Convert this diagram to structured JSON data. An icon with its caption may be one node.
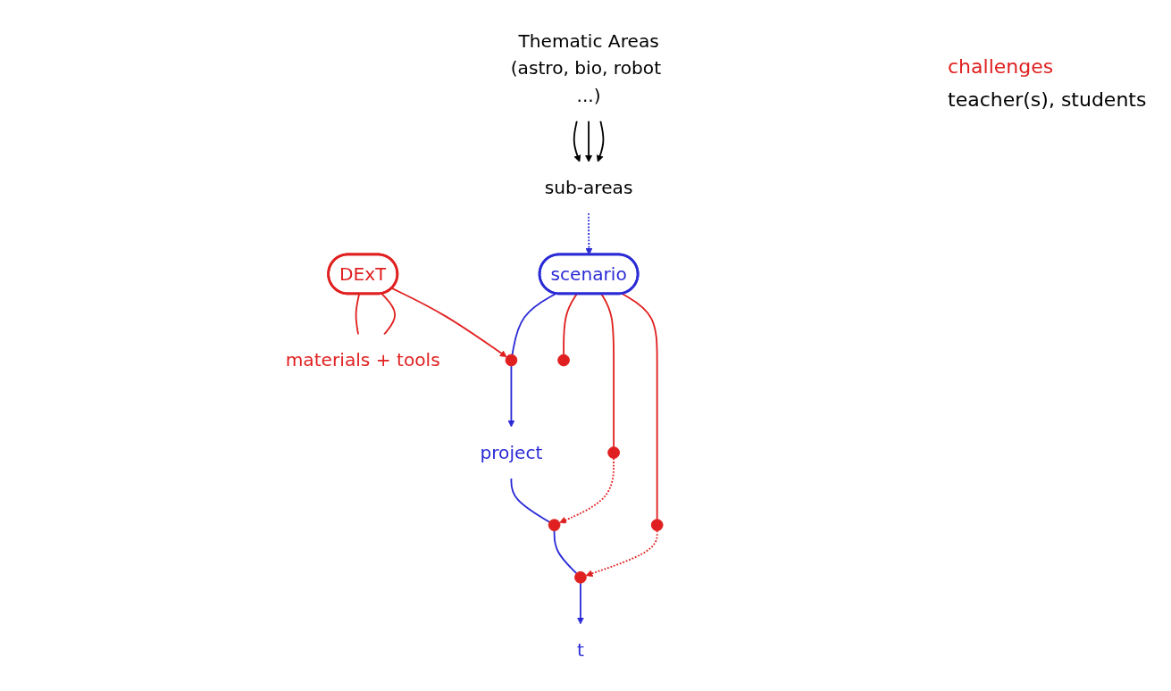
{
  "diagram": {
    "nodes": [
      {
        "text": [
          "Thematic Areas",
          "(astro, bio, robot ...)"
        ]
      },
      {
        "text": [
          "sub-areas"
        ]
      },
      {
        "text": [
          "DExT"
        ]
      },
      {
        "text": [
          "materials + tools"
        ]
      },
      {
        "text": [
          "scenario"
        ]
      },
      {
        "text": [],
        "shape": "circle"
      },
      {
        "text": [
          "project"
        ]
      },
      {
        "text": [],
        "shape": "circle"
      },
      {
        "text": [],
        "shape": "circle"
      },
      {
        "text": [],
        "shape": "circle"
      },
      {
        "text": [],
        "shape": "circle"
      },
      {
        "text": [],
        "shape": "circle"
      },
      {
        "text": [
          "t"
        ]
      }
    ],
    "edges": [
      {
        "from": 0,
        "to": 1,
        "arrow": "to",
        "color": "#000000"
      },
      {
        "from": 0,
        "to": 1,
        "arrow": "to",
        "color": "#000000"
      },
      {
        "from": 0,
        "to": 1,
        "arrow": "to",
        "color": "#000000"
      },
      {
        "from": 1,
        "to": 4,
        "arrow": "to",
        "style": "dashed",
        "color": "#2b2bd6"
      },
      {
        "from": 2,
        "to": 3,
        "arrow": "none",
        "color": "#e02020"
      },
      {
        "from": 2,
        "to": 3,
        "arrow": "none",
        "color": "#e02020"
      },
      {
        "from": 2,
        "to": 5,
        "arrow": "to",
        "color": "#e02020"
      },
      {
        "from": 4,
        "to": 5,
        "arrow": "none",
        "color": "#2b2bd6"
      },
      {
        "from": 5,
        "to": 6,
        "arrow": "to",
        "color": "#2b2bd6"
      },
      {
        "from": 4,
        "to": 7,
        "arrow": "none",
        "color": "#e02020"
      },
      {
        "from": 4,
        "to": 8,
        "arrow": "none",
        "color": "#e02020"
      },
      {
        "from": 4,
        "to": 9,
        "arrow": "none",
        "color": "#e02020"
      },
      {
        "from": 6,
        "to": 10,
        "arrow": "none",
        "color": "#2b2bd6"
      },
      {
        "from": 10,
        "to": 11,
        "arrow": "none",
        "color": "#2b2bd6"
      },
      {
        "from": 11,
        "to": 12,
        "arrow": "to",
        "color": "#2b2bd6"
      },
      {
        "from": 7,
        "to": 11,
        "arrow": "to",
        "style": "dashed",
        "color": "#e02020"
      },
      {
        "from": 9,
        "to": 10,
        "arrow": "to",
        "style": "dashed",
        "color": "#e02020"
      }
    ],
    "labels": [
      "challenges",
      "teacher(s), students"
    ]
  }
}
